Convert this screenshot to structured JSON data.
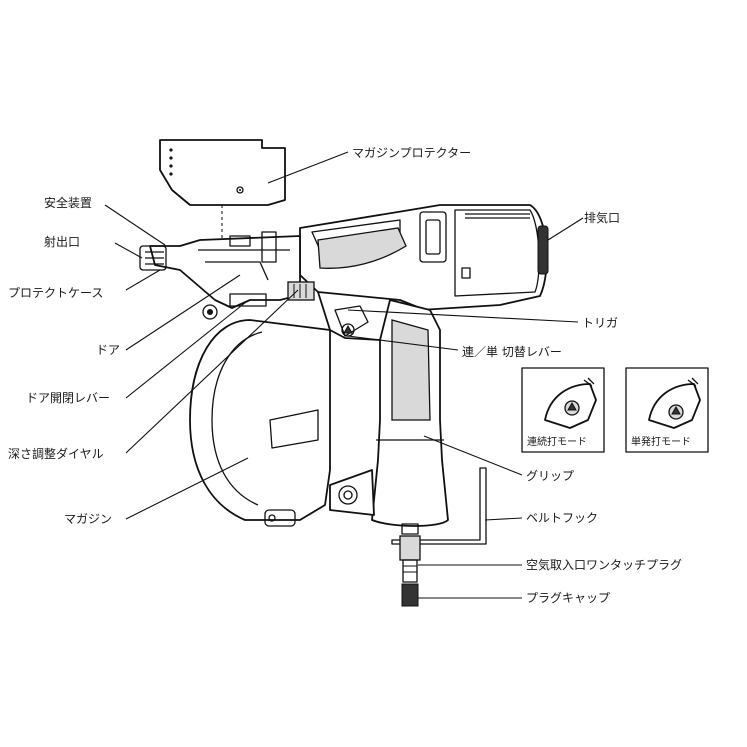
{
  "labels": {
    "magazine_protector": "マガジンプロテクター",
    "safety_device": "安全装置",
    "exhaust_port": "排気口",
    "nose": "射出口",
    "protect_case": "プロテクトケース",
    "trigger": "トリガ",
    "door": "ドア",
    "mode_lever": "連／単 切替レバー",
    "door_lever": "ドア開閉レバー",
    "depth_dial": "深さ調整ダイヤル",
    "grip": "グリップ",
    "magazine": "マガジン",
    "belt_hook": "ベルトフック",
    "air_plug": "空気取入口ワンタッチプラグ",
    "plug_cap": "プラグキャップ"
  },
  "insets": {
    "continuous_mode": "連続打モード",
    "single_mode": "単発打モード"
  }
}
